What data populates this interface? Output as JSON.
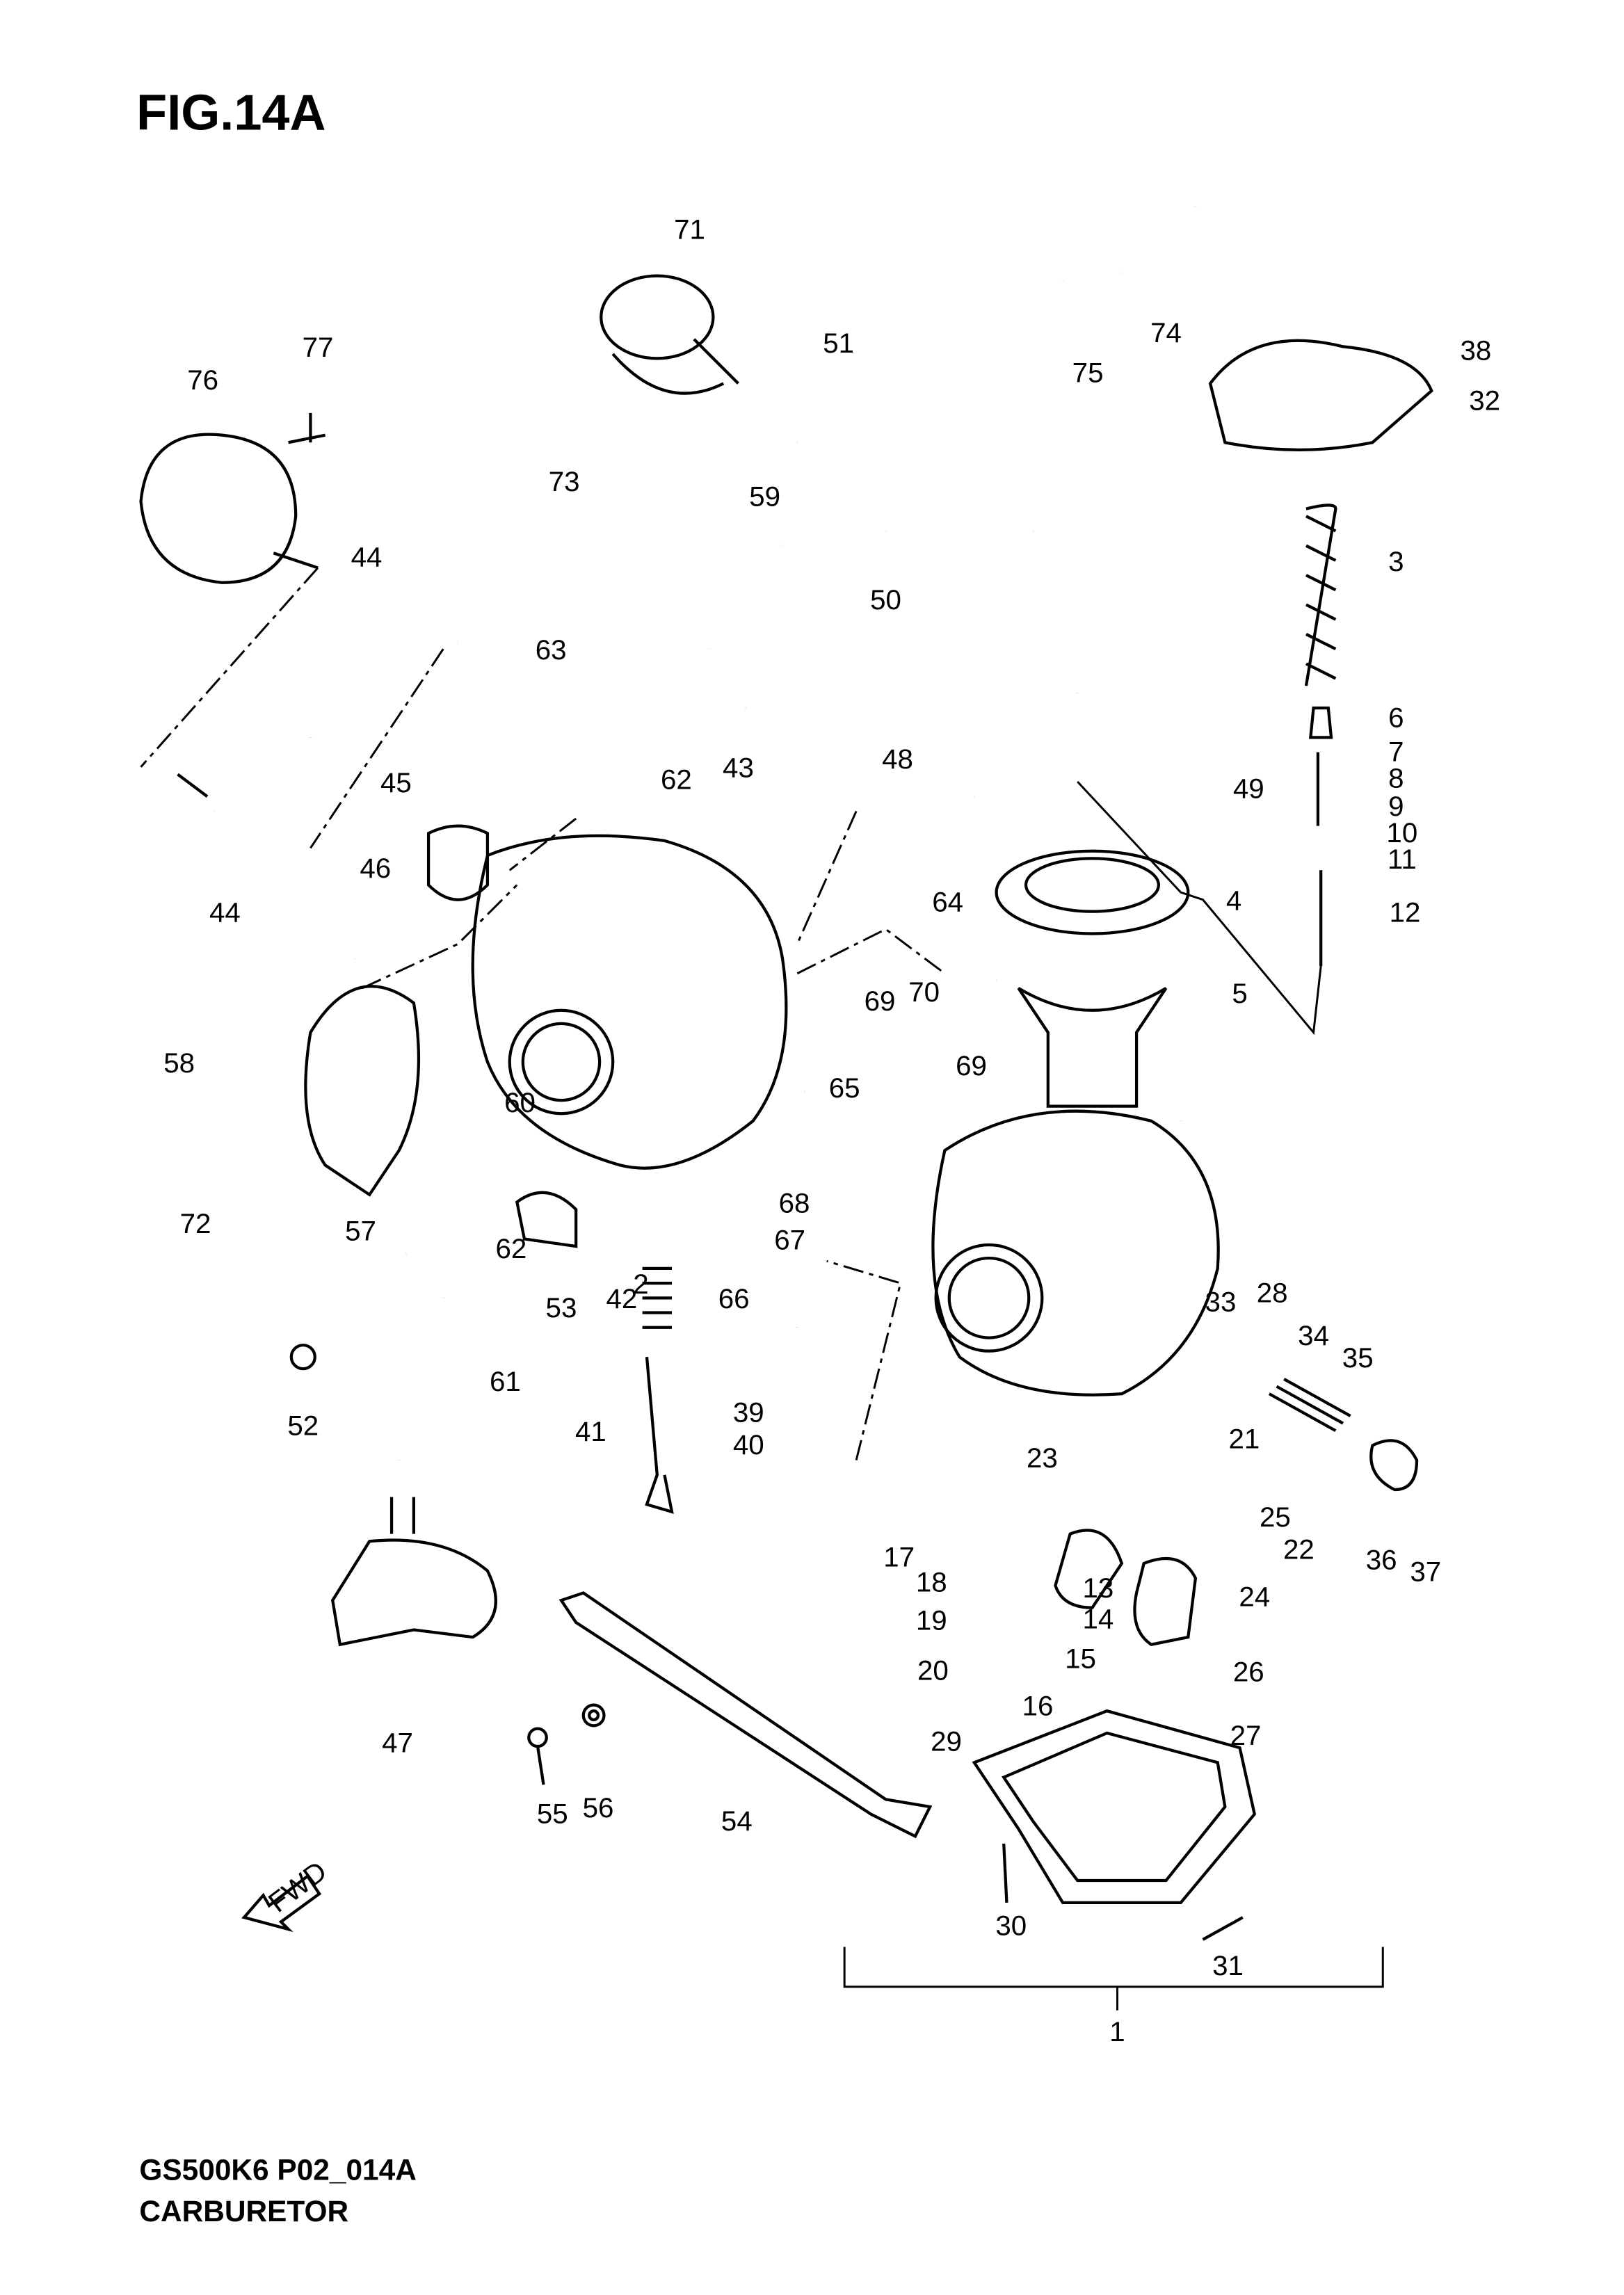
{
  "figure": {
    "title": "FIG.14A",
    "model_code": "GS500K6 P02_014A",
    "caption": "CARBURETOR",
    "direction_arrow_label": "FWD"
  },
  "callouts": [
    "71",
    "77",
    "76",
    "51",
    "75",
    "74",
    "38",
    "32",
    "73",
    "59",
    "44",
    "3",
    "50",
    "63",
    "6",
    "7",
    "8",
    "62",
    "43",
    "45",
    "48",
    "49",
    "9",
    "10",
    "11",
    "46",
    "44",
    "4",
    "12",
    "64",
    "69",
    "70",
    "5",
    "58",
    "69",
    "65",
    "60",
    "68",
    "57",
    "72",
    "62",
    "67",
    "2",
    "28",
    "53",
    "42",
    "66",
    "33",
    "34",
    "35",
    "61",
    "52",
    "41",
    "39",
    "40",
    "21",
    "23",
    "25",
    "17",
    "22",
    "18",
    "13",
    "24",
    "36",
    "37",
    "19",
    "14",
    "15",
    "20",
    "26",
    "16",
    "27",
    "29",
    "47",
    "55",
    "56",
    "54",
    "30",
    "31",
    "1"
  ],
  "colors": {
    "ink": "#000000",
    "background": "#ffffff"
  }
}
